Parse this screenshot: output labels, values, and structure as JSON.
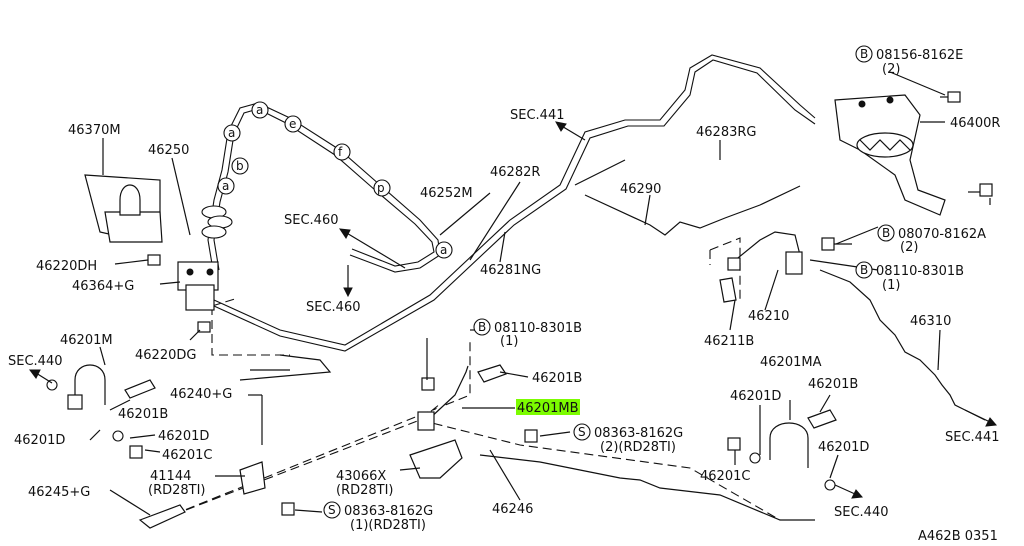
{
  "diagram": {
    "footer_code": "A462B 0351",
    "labels": {
      "p46370M": "46370M",
      "p46250": "46250",
      "p46220DH": "46220DH",
      "p46364G": "46364+G",
      "p46220DG": "46220DG",
      "p46252M": "46252M",
      "sec460a": "SEC.460",
      "sec460b": "SEC.460",
      "sec441a": "SEC.441",
      "p46282R": "46282R",
      "p46281NG": "46281NG",
      "p46283RG": "46283RG",
      "p46290": "46290",
      "p46400R": "46400R",
      "b1_code": "08156-8162E",
      "b1_qty": "(2)",
      "b2_code": "08070-8162A",
      "b2_qty": "(2)",
      "b3_code": "08110-8301B",
      "b3_qty": "(1)",
      "p46210": "46210",
      "p46211B": "46211B",
      "p46310": "46310",
      "sec441b": "SEC.441",
      "p46201M": "46201M",
      "sec440a": "SEC.440",
      "p46201D_a": "46201D",
      "p46201B_a": "46201B",
      "p46240G": "46240+G",
      "p46201D_b": "46201D",
      "p46201C_a": "46201C",
      "p41144": "41144",
      "rd28ti_a": "(RD28TI)",
      "p46245G": "46245+G",
      "b4_code": "08110-8301B",
      "b4_qty": "(1)",
      "p46201B_b": "46201B",
      "p46201MB": "46201MB",
      "p43066X": "43066X",
      "rd28ti_b": "(RD28TI)",
      "s1_code": "08363-8162G",
      "s1_qty": "(2)(RD28TI)",
      "s2_code": "08363-8162G",
      "s2_qty": "(1)(RD28TI)",
      "p46246": "46246",
      "p46201MA": "46201MA",
      "p46201D_c": "46201D",
      "p46201B_c": "46201B",
      "p46201C_b": "46201C",
      "p46201D_d": "46201D",
      "sec440b": "SEC.440",
      "b_letter": "B",
      "s_letter": "S",
      "clip_a": "a",
      "clip_b": "b",
      "clip_e": "e",
      "clip_f": "f",
      "clip_p": "p"
    }
  }
}
